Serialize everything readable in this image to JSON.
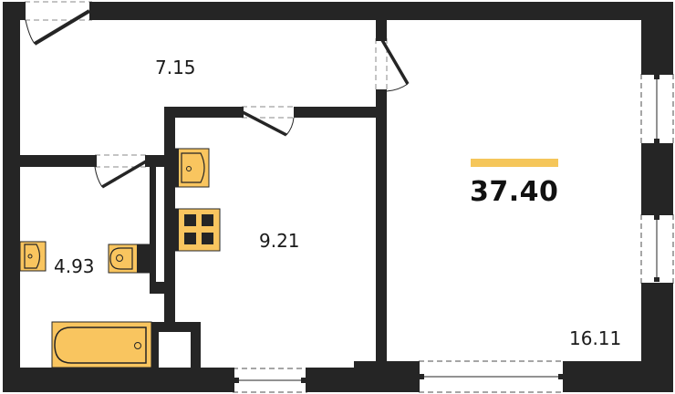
{
  "plan": {
    "total_area": "37.40",
    "rooms": [
      {
        "id": "hallway",
        "area": "7.15"
      },
      {
        "id": "kitchen",
        "area": "9.21"
      },
      {
        "id": "bathroom",
        "area": "4.93"
      },
      {
        "id": "living-room",
        "area": "16.11"
      }
    ]
  },
  "colors": {
    "wall": "#252525",
    "fixture_fill": "#f9c55f",
    "accent_bar": "#f5c65a",
    "dash": "#888888",
    "text": "#1a1a1a"
  }
}
